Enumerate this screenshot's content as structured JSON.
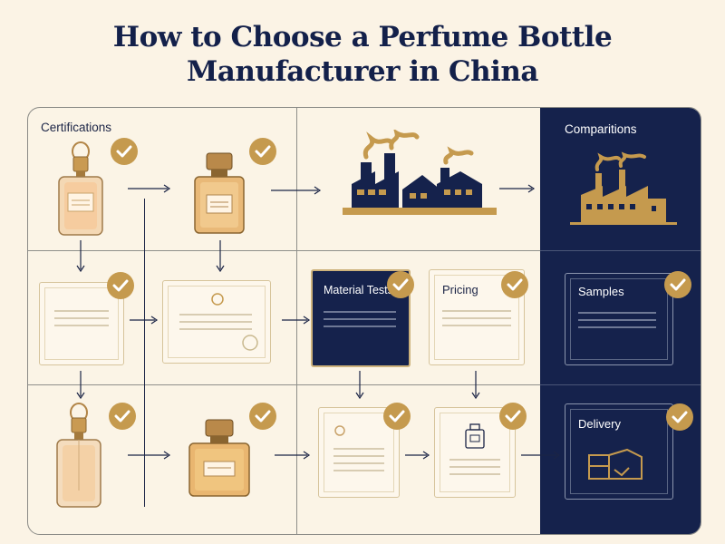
{
  "title_line1": "How to Choose a Perfume Bottle",
  "title_line2": "Manufacturer in China",
  "labels": {
    "certifications": "Certifications",
    "comparisons": "Comparitions",
    "material_tests": "Material Tests",
    "pricing": "Pricing",
    "samples": "Samples",
    "delivery": "Delivery"
  },
  "colors": {
    "navy": "#15224c",
    "gold": "#c59a4e",
    "cream": "#fbf3e5"
  },
  "icons": [
    "perfume-bottle-icon",
    "factory-icon",
    "certificate-icon",
    "check-badge-icon",
    "box-icon",
    "arrow-icon"
  ]
}
